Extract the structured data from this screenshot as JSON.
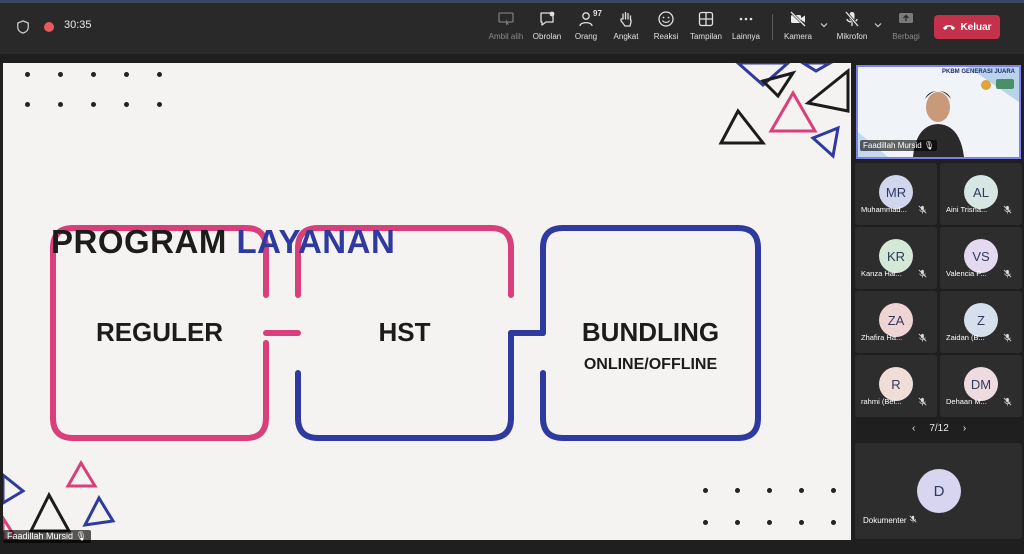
{
  "meeting": {
    "timer": "30:35",
    "participant_count": "97"
  },
  "toolbar": {
    "take_control": "Ambil alih",
    "chat": "Obrolan",
    "people": "Orang",
    "raise_hand": "Angkat",
    "react": "Reaksi",
    "view": "Tampilan",
    "more": "Lainnya",
    "camera": "Kamera",
    "mic": "Mikrofon",
    "share": "Berbagi",
    "leave": "Keluar"
  },
  "slide": {
    "title_part1": "PROGRAM",
    "title_part2": "LAYANAN",
    "box1": "REGULER",
    "box2": "HST",
    "box3": "BUNDLING",
    "box3_sub": "ONLINE/OFFLINE",
    "presenter": "Faadillah Mursid"
  },
  "featured": {
    "name": "Faadillah Mursid",
    "logo_text": "PKBM GENERASI JUARA"
  },
  "participants": [
    {
      "initials": "MR",
      "name": "Muhammad...",
      "color": "#cfd6ee"
    },
    {
      "initials": "AL",
      "name": "Aini Trisna...",
      "color": "#d6e6e2"
    },
    {
      "initials": "KR",
      "name": "Kanza Hal...",
      "color": "#d3e8d5"
    },
    {
      "initials": "VS",
      "name": "Valencia P...",
      "color": "#e3d9f0"
    },
    {
      "initials": "ZA",
      "name": "Zhafira Ha...",
      "color": "#f0d4d4"
    },
    {
      "initials": "Z",
      "name": "Zaidan (B...",
      "color": "#d6e0ec"
    },
    {
      "initials": "R",
      "name": "rahmi (Bel...",
      "color": "#f1ddd8"
    },
    {
      "initials": "DM",
      "name": "Dehaan M...",
      "color": "#eedbe0"
    }
  ],
  "pager": {
    "label": "7/12"
  },
  "big_tile": {
    "initials": "D",
    "name": "Dokumenter"
  },
  "colors": {
    "pink": "#d93f7a",
    "blue": "#2e3a9e",
    "leave": "#c4314b"
  }
}
